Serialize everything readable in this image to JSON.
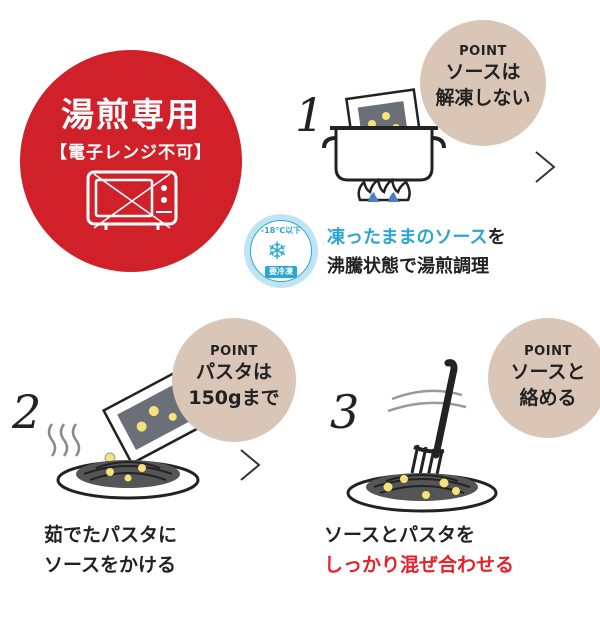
{
  "badge": {
    "title": "湯煎専用",
    "subtitle": "【電子レンジ不可】"
  },
  "steps": [
    {
      "number": "1",
      "point_label": "POINT",
      "point_lines": [
        "ソースは",
        "解凍しない"
      ],
      "frozen_icon": {
        "top": "-18℃以下",
        "bottom": "要冷凍"
      },
      "caption_parts": [
        {
          "text": "凍ったままのソース",
          "color": "#2aa6d6"
        },
        {
          "text": "を",
          "color": "#222222"
        }
      ],
      "caption_line2": "沸騰状態で湯煎調理"
    },
    {
      "number": "2",
      "point_label": "POINT",
      "point_lines": [
        "パスタは",
        "150gまで"
      ],
      "caption_lines": [
        "茹でたパスタに",
        "ソースをかける"
      ]
    },
    {
      "number": "3",
      "point_label": "POINT",
      "point_lines": [
        "ソースと",
        "絡める"
      ],
      "caption_line1": "ソースとパスタを",
      "caption_line2": "しっかり混ぜ合わせる"
    }
  ],
  "colors": {
    "badge_red": "#d0202a",
    "point_beige": "#d9c6b7",
    "accent_blue": "#2aa6d6",
    "accent_red": "#e8202a"
  },
  "icons": [
    "microwave-crossed-icon",
    "pot-on-flame-icon",
    "frozen-sauce-pack-icon",
    "snowflake-icon",
    "chevron-right-icon",
    "steam-icon",
    "pasta-plate-icon",
    "fork-twirl-icon"
  ]
}
